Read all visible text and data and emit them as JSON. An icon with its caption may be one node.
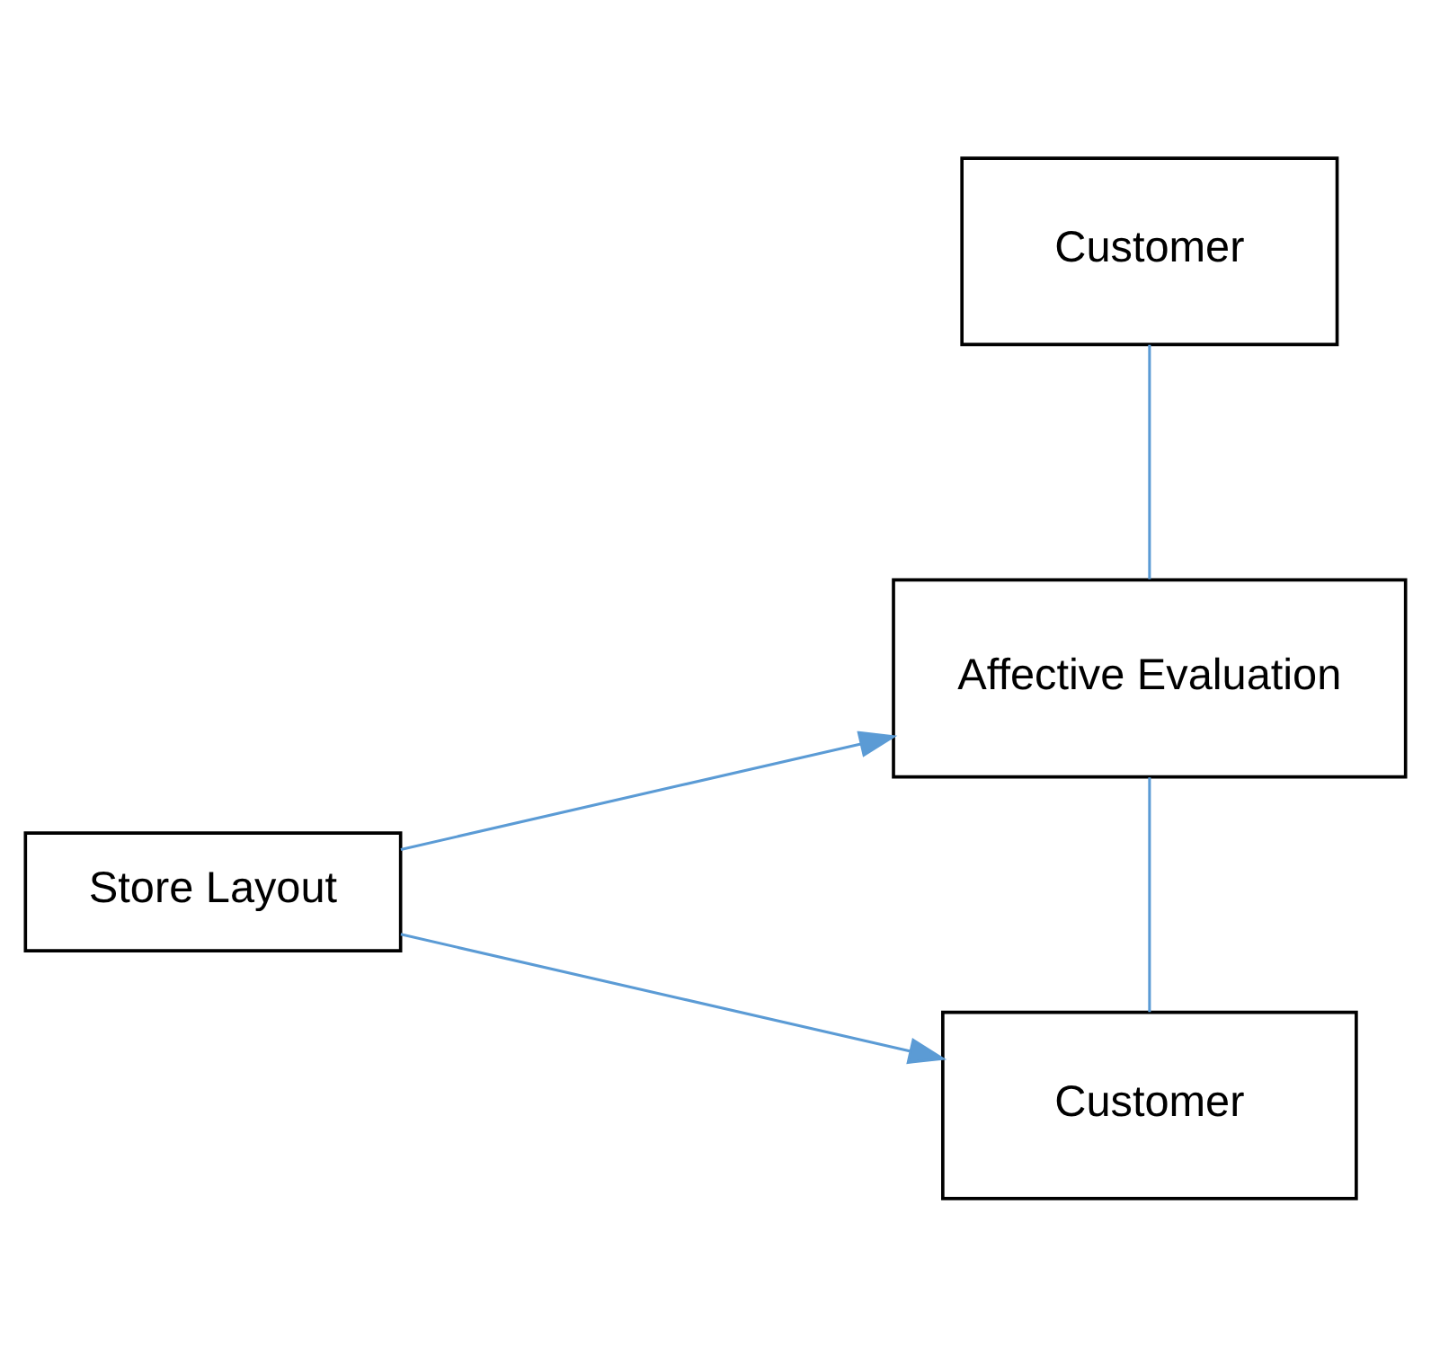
{
  "diagram": {
    "nodes": [
      {
        "text": [
          "Customer"
        ]
      },
      {
        "text": [
          "Affective Evaluation"
        ]
      },
      {
        "text": [
          "Store Layout"
        ]
      },
      {
        "text": [
          "Customer"
        ]
      }
    ],
    "edges": [
      {
        "from": 0,
        "to": 1,
        "arrow": "none"
      },
      {
        "from": 2,
        "to": 1,
        "arrow": "to"
      },
      {
        "from": 2,
        "to": 3,
        "arrow": "to"
      },
      {
        "from": 1,
        "to": 3,
        "arrow": "none"
      }
    ]
  }
}
